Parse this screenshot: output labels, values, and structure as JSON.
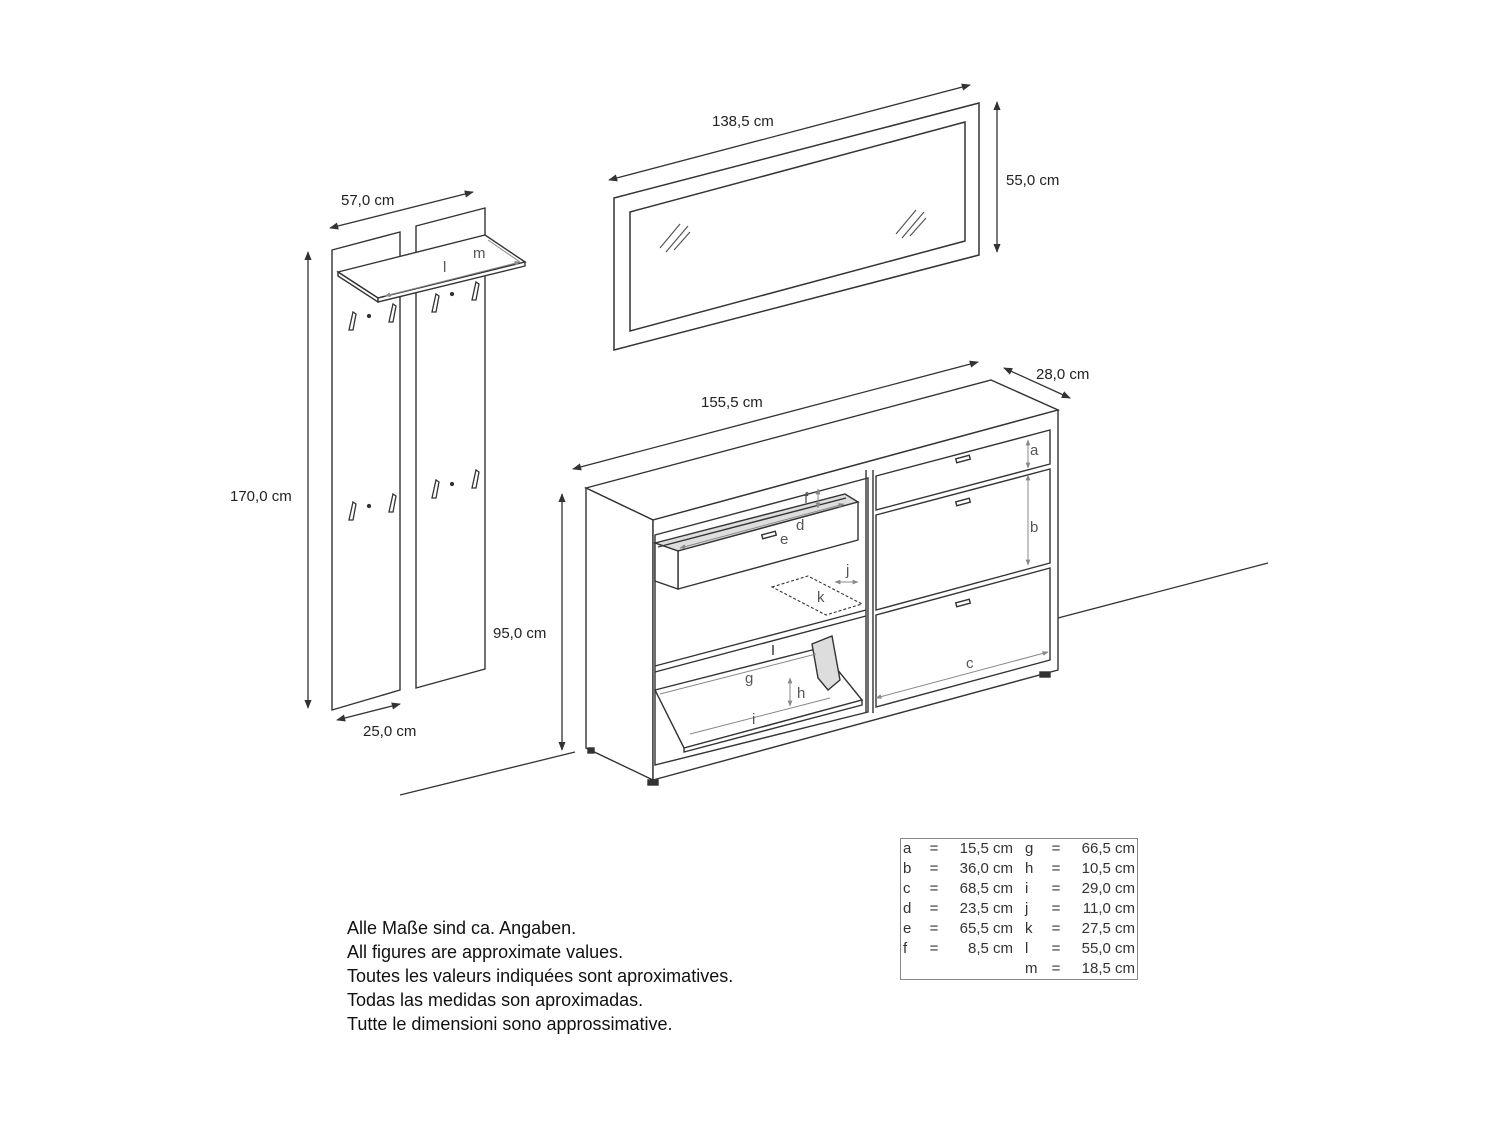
{
  "dimension_labels": {
    "mirror_width": "138,5 cm",
    "mirror_height": "55,0 cm",
    "panels_width": "57,0 cm",
    "panels_height": "170,0 cm",
    "panel_width": "25,0 cm",
    "cabinet_width": "155,5 cm",
    "cabinet_depth": "28,0 cm",
    "cabinet_height": "95,0 cm"
  },
  "part_letters": {
    "a": "a",
    "b": "b",
    "c": "c",
    "d": "d",
    "e": "e",
    "f": "f",
    "g": "g",
    "h": "h",
    "i": "i",
    "j": "j",
    "k": "k",
    "l": "l",
    "m": "m"
  },
  "dimensions_table": [
    {
      "key": "a",
      "value": "15,5 cm",
      "key2": "g",
      "value2": "66,5 cm"
    },
    {
      "key": "b",
      "value": "36,0 cm",
      "key2": "h",
      "value2": "10,5 cm"
    },
    {
      "key": "c",
      "value": "68,5 cm",
      "key2": "i",
      "value2": "29,0 cm"
    },
    {
      "key": "d",
      "value": "23,5 cm",
      "key2": "j",
      "value2": "11,0 cm"
    },
    {
      "key": "e",
      "value": "65,5 cm",
      "key2": "k",
      "value2": "27,5 cm"
    },
    {
      "key": "f",
      "value": "8,5 cm",
      "key2": "l",
      "value2": "55,0 cm"
    },
    {
      "key": "",
      "value": "",
      "key2": "m",
      "value2": "18,5 cm"
    }
  ],
  "notes": [
    "Alle Maße sind ca. Angaben.",
    "All figures are approximate values.",
    "Toutes les valeurs indiquées sont aproximatives.",
    "Todas las medidas son aproximadas.",
    "Tutte le dimensioni sono approssimative."
  ]
}
